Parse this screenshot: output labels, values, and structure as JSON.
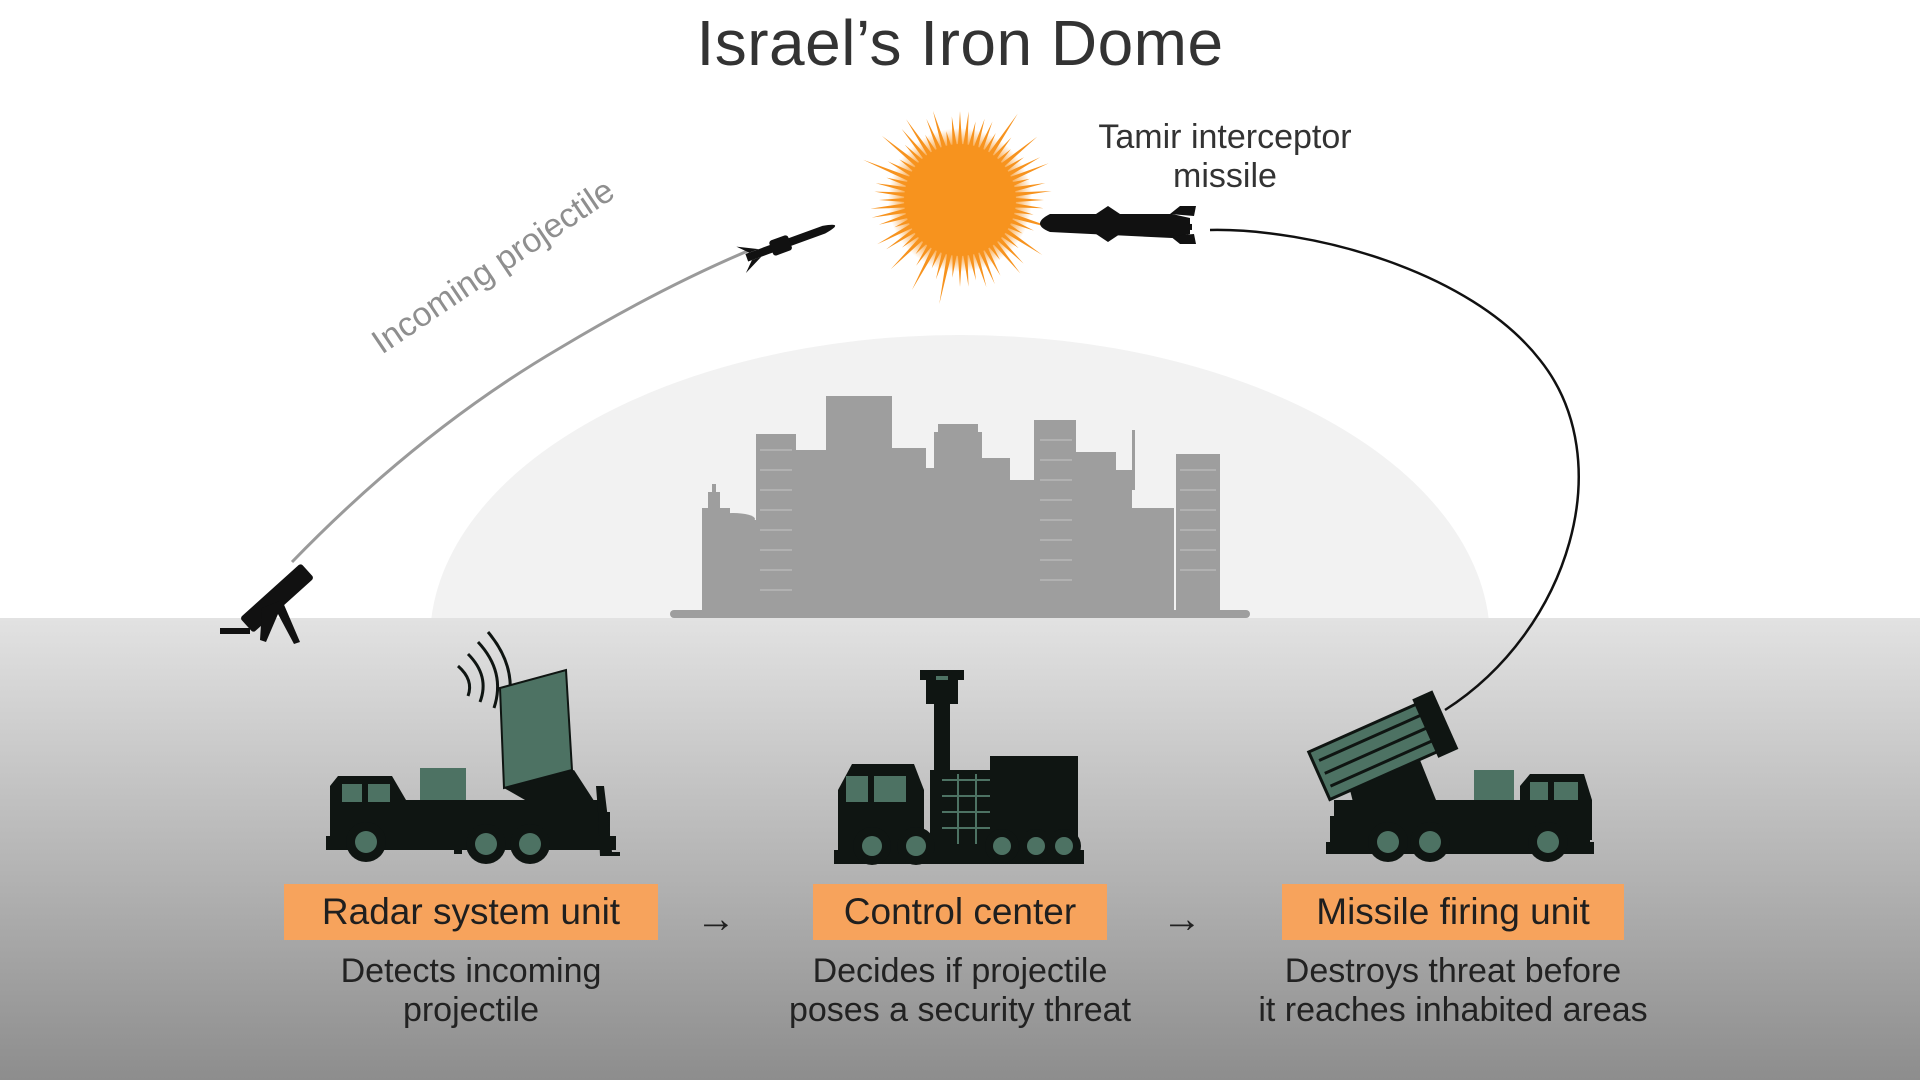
{
  "title": "Israel’s Iron Dome",
  "labels": {
    "incoming": "Incoming projectile",
    "interceptor": [
      "Tamir interceptor",
      "missile"
    ]
  },
  "steps": [
    {
      "name": "Radar system unit",
      "description": [
        "Detects incoming",
        "projectile"
      ]
    },
    {
      "name": "Control center",
      "description": [
        "Decides if projectile",
        "poses a security threat"
      ]
    },
    {
      "name": "Missile firing unit",
      "description": [
        "Destroys threat before",
        "it reaches inhabited areas"
      ]
    }
  ],
  "flow_arrows": [
    "→",
    "→"
  ],
  "colors": {
    "label_bg": "#f7a35c",
    "explosion": "#f7931e",
    "vehicle": "#0f1512",
    "vehicle_accent": "#4d7263",
    "city": "#9e9e9e",
    "dome": "#f2f2f2",
    "ground_top": "#e2e2e2",
    "ground_bottom": "#8d8d8d"
  }
}
